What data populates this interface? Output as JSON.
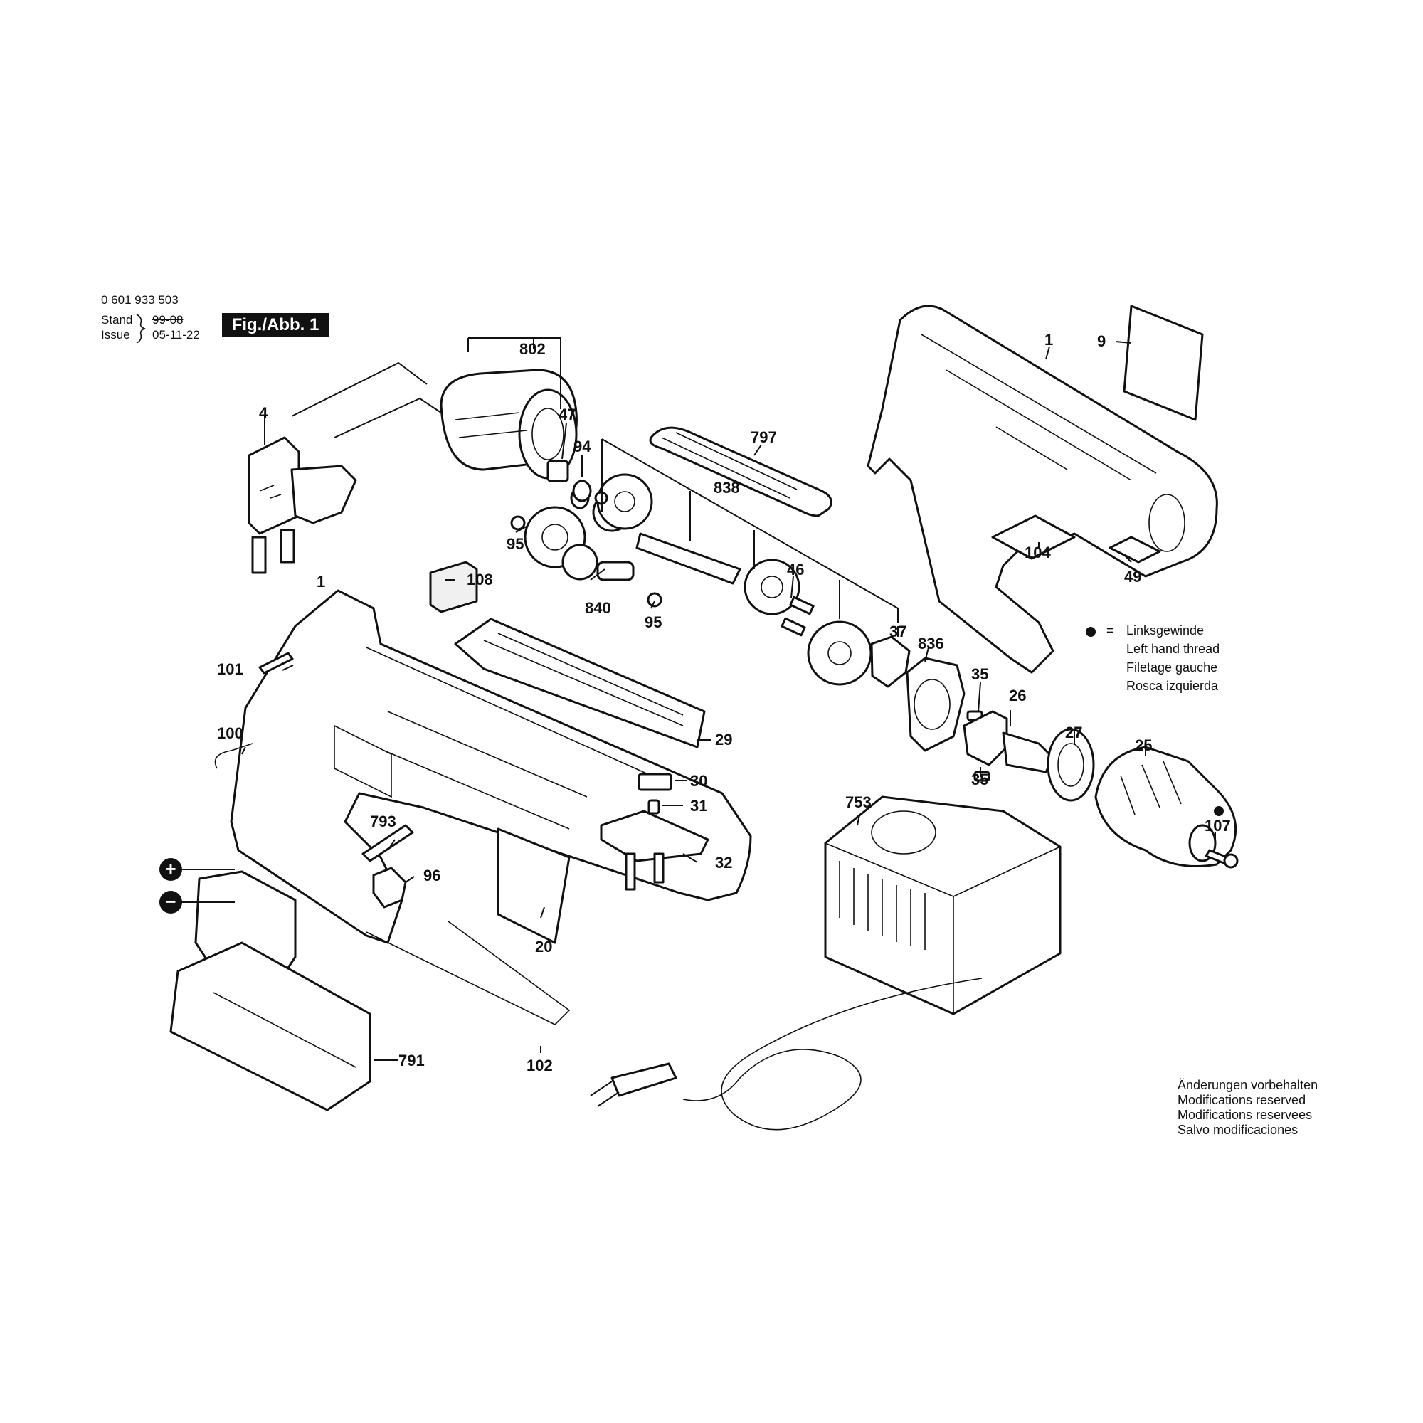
{
  "header": {
    "part_number": "0 601 933 503",
    "stand_label": "Stand",
    "stand_value": "99-08",
    "issue_label": "Issue",
    "issue_value": "05-11-22",
    "figure_label": "Fig./Abb. 1"
  },
  "legend": {
    "lines": [
      "Linksgewinde",
      "Left hand thread",
      "Filetage gauche",
      "Rosca izquierda"
    ]
  },
  "footer": {
    "lines": [
      "Änderungen vorbehalten",
      "Modifications reserved",
      "Modifications reservees",
      "Salvo modificaciones"
    ]
  },
  "callouts": {
    "c802": "802",
    "c4": "4",
    "c47": "47",
    "c94": "94",
    "c797": "797",
    "c838": "838",
    "c95a": "95",
    "c95b": "95",
    "c108": "108",
    "c840": "840",
    "c46": "46",
    "c37": "37",
    "c836": "836",
    "c1a": "1",
    "c1b": "1",
    "c9": "9",
    "c104": "104",
    "c49": "49",
    "c101": "101",
    "c100": "100",
    "c29": "29",
    "c30": "30",
    "c31": "31",
    "c32": "32",
    "c35a": "35",
    "c35b": "35",
    "c26": "26",
    "c27": "27",
    "c25": "25",
    "c107": "107",
    "c793": "793",
    "c96": "96",
    "c20": "20",
    "c753": "753",
    "c791": "791",
    "c102": "102"
  },
  "battery_symbols": {
    "plus": "+",
    "minus": "−"
  }
}
